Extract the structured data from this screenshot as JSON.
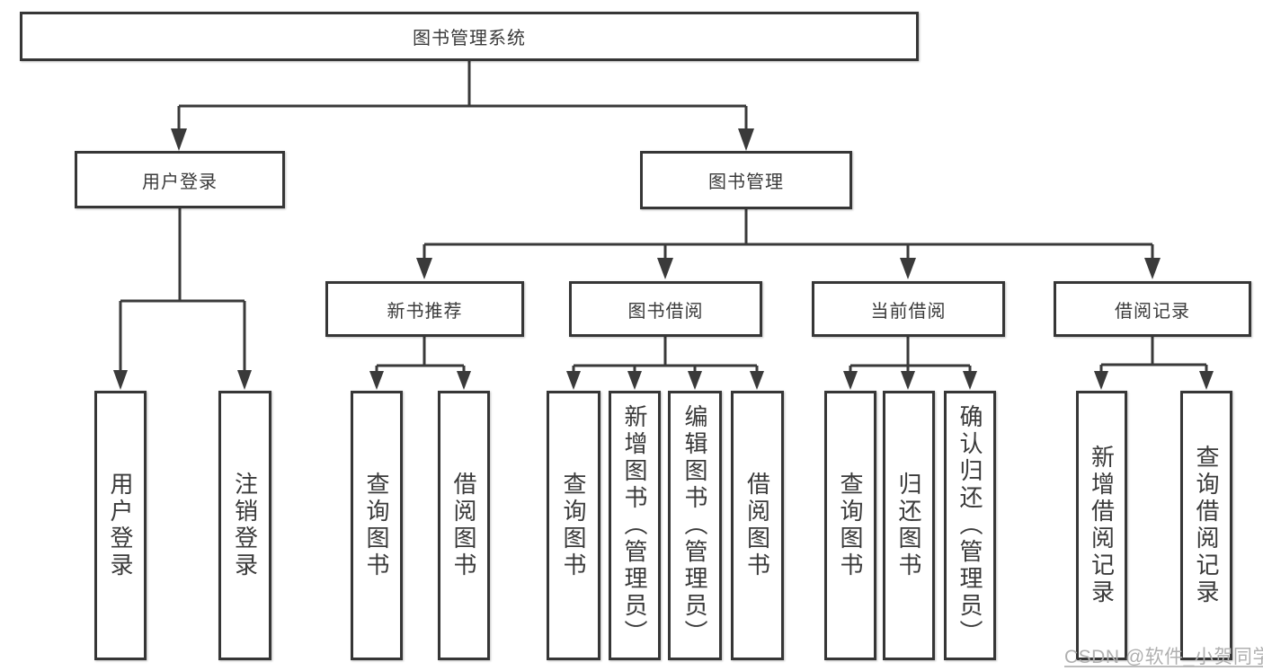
{
  "diagram": {
    "root": {
      "label": "图书管理系统",
      "children": [
        "用户登录",
        "图书管理"
      ]
    },
    "level1": [
      {
        "label": "用户登录",
        "children": [
          "用户登录",
          "注销登录"
        ]
      },
      {
        "label": "图书管理",
        "children": [
          "新书推荐",
          "图书借阅",
          "当前借阅",
          "借阅记录"
        ]
      }
    ],
    "level2": [
      {
        "label": "新书推荐",
        "children": [
          "查询图书",
          "借阅图书"
        ]
      },
      {
        "label": "图书借阅",
        "children": [
          "查询图书",
          "新增图书（管理员）",
          "编辑图书（管理员）",
          "借阅图书"
        ]
      },
      {
        "label": "当前借阅",
        "children": [
          "查询图书",
          "归还图书",
          "确认归还（管理员）"
        ]
      },
      {
        "label": "借阅记录",
        "children": [
          "新增借阅记录",
          "查询借阅记录"
        ]
      }
    ],
    "leaves": [
      {
        "label": "用户登录",
        "parent": "用户登录"
      },
      {
        "label": "注销登录",
        "parent": "用户登录"
      },
      {
        "label": "查询图书",
        "parent": "新书推荐"
      },
      {
        "label": "借阅图书",
        "parent": "新书推荐"
      },
      {
        "label": "查询图书",
        "parent": "图书借阅"
      },
      {
        "label": "新增图书（管理员）",
        "parent": "图书借阅"
      },
      {
        "label": "编辑图书（管理员）",
        "parent": "图书借阅"
      },
      {
        "label": "借阅图书",
        "parent": "图书借阅"
      },
      {
        "label": "查询图书",
        "parent": "当前借阅"
      },
      {
        "label": "归还图书",
        "parent": "当前借阅"
      },
      {
        "label": "确认归还（管理员）",
        "parent": "当前借阅"
      },
      {
        "label": "新增借阅记录",
        "parent": "借阅记录"
      },
      {
        "label": "查询借阅记录",
        "parent": "借阅记录"
      }
    ],
    "watermark": "CSDN @软件_小贺同学",
    "colors": {
      "line": "#3a3a3a",
      "border": "#363636",
      "text": "#3a3a3a",
      "watermark": "#b0b0b0",
      "background": "#ffffff"
    }
  }
}
